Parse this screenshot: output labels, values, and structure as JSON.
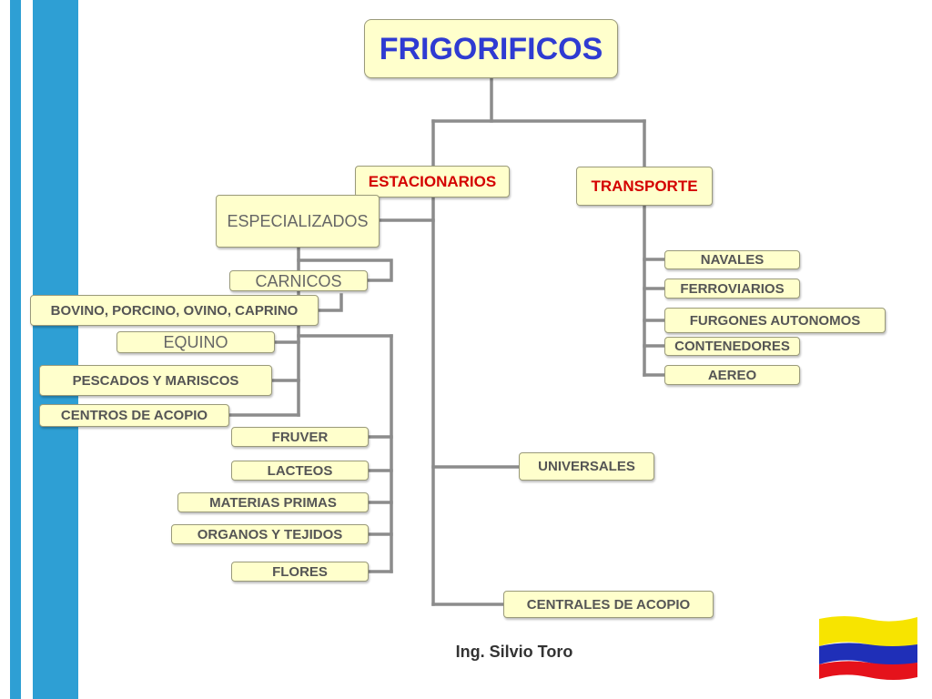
{
  "colors": {
    "stripe": "#2e9fd4",
    "connector": "#8c8c8c",
    "box_fill": "#ffffcc",
    "title_text": "#2f3bd2",
    "category_text": "#d40000",
    "node_text": "#555555",
    "flag_yellow": "#f7e400",
    "flag_blue": "#1f2fb8",
    "flag_red": "#e5121b"
  },
  "diagram": {
    "root": "FRIGORIFICOS",
    "categories": {
      "estacionarios": "ESTACIONARIOS",
      "transporte": "TRANSPORTE"
    },
    "estacionarios": {
      "especializados": "ESPECIALIZADOS",
      "carnicos": "CARNICOS",
      "bovino": "BOVINO, PORCINO, OVINO, CAPRINO",
      "equino": "EQUINO",
      "pescados": "PESCADOS Y MARISCOS",
      "centros_acopio": "CENTROS DE ACOPIO",
      "fruver": "FRUVER",
      "lacteos": "LACTEOS",
      "materias_primas": "MATERIAS PRIMAS",
      "organos": "ORGANOS Y TEJIDOS",
      "flores": "FLORES",
      "universales": "UNIVERSALES",
      "centrales_acopio": "CENTRALES DE  ACOPIO"
    },
    "transporte": {
      "navales": "NAVALES",
      "ferroviarios": "FERROVIARIOS",
      "furgones": "FURGONES AUTONOMOS",
      "contenedores": "CONTENEDORES",
      "aereo": "AEREO"
    }
  },
  "footer": {
    "author": "Ing. Silvio Toro",
    "flag_icon": "colombia-flag-icon"
  }
}
